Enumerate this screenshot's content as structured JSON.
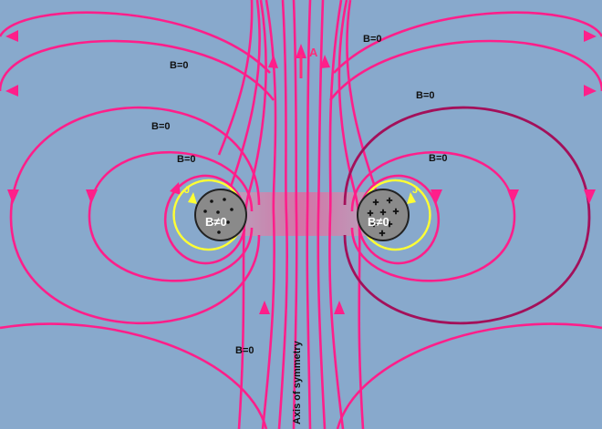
{
  "colors": {
    "background": "#88a9cc",
    "field_line": "#ff1f8a",
    "field_line_dark": "#a3105a",
    "current_loop": "#ffff33",
    "conductor": "#8a8a8a",
    "axis_arrow": "#ff2d7a"
  },
  "labels": {
    "b_zero_top_right": "B=0",
    "b_zero_left_1": "B=0",
    "b_zero_left_2": "B=0",
    "b_zero_left_3": "B=0",
    "b_zero_right_1": "B=0",
    "b_zero_right_2": "B=0",
    "b_zero_bottom": "B=0",
    "b_nonzero_left": "B≠0",
    "b_nonzero_right": "B≠0",
    "current_left": "J",
    "current_right": "J",
    "vector_potential": "A",
    "axis": "Axis of symmetry"
  },
  "conductors": {
    "left_marks": "dots",
    "right_marks": "plus"
  }
}
